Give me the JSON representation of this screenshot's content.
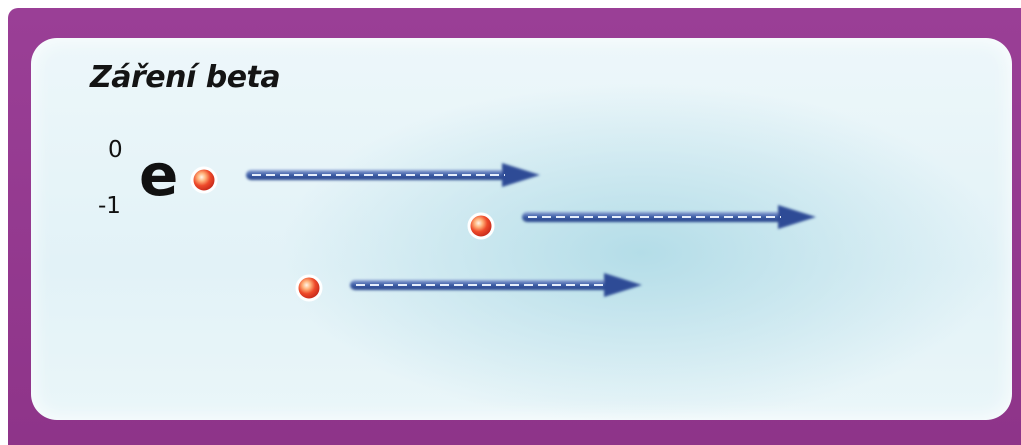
{
  "title": "Záření beta",
  "particle": {
    "symbol": "e",
    "mass_number": "0",
    "charge_number": "-1"
  },
  "colors": {
    "frame": "#9a3f96",
    "panel": "#e4f3f8",
    "particle": "#e8432a",
    "arrow": "#3f5fa8"
  },
  "icons": [
    "electron-icon",
    "arrow-icon"
  ]
}
